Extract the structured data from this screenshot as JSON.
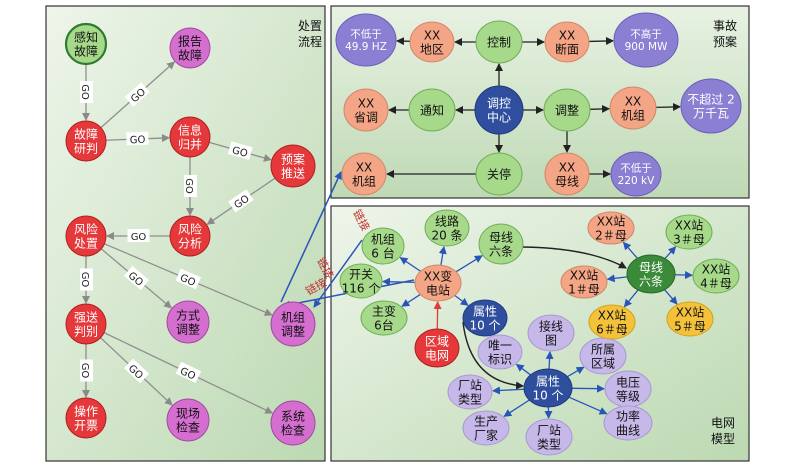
{
  "panels": {
    "process": {
      "title": [
        "处置",
        "流程"
      ]
    },
    "plan": {
      "title": [
        "事故",
        "预案"
      ]
    },
    "grid": {
      "title": [
        "电网",
        "模型"
      ]
    }
  },
  "colors": {
    "panel_bg": "#c9e0c0",
    "panel_bg_light": "#eef5ea",
    "red": "#e5383a",
    "pink": "#d46fd0",
    "lightgreen": "#a7d98b",
    "darkgreen": "#3a8a3a",
    "salmon": "#f4a585",
    "purple": "#8a7fd3",
    "navy": "#2f4f9e",
    "lavender": "#c7b8ea",
    "yellow": "#f3c23a",
    "label_blue": "#1f3f9e"
  },
  "process_nodes": [
    {
      "id": "perceive",
      "lines": [
        "感知",
        "故障"
      ],
      "style": "green_outline"
    },
    {
      "id": "report",
      "lines": [
        "报告",
        "故障"
      ],
      "style": "pink"
    },
    {
      "id": "fault_study",
      "lines": [
        "故障",
        "研判"
      ],
      "style": "red"
    },
    {
      "id": "info_merge",
      "lines": [
        "信息",
        "归并"
      ],
      "style": "red"
    },
    {
      "id": "plan_push",
      "lines": [
        "预案",
        "推送"
      ],
      "style": "red"
    },
    {
      "id": "risk_analysis",
      "lines": [
        "风险",
        "分析"
      ],
      "style": "red"
    },
    {
      "id": "risk_handle",
      "lines": [
        "风险",
        "处置"
      ],
      "style": "red"
    },
    {
      "id": "mode_adjust",
      "lines": [
        "方式",
        "调整"
      ],
      "style": "pink"
    },
    {
      "id": "unit_adjust",
      "lines": [
        "机组",
        "调整"
      ],
      "style": "pink"
    },
    {
      "id": "strong_send",
      "lines": [
        "强送",
        "判别"
      ],
      "style": "red"
    },
    {
      "id": "op_ticket",
      "lines": [
        "操作",
        "开票"
      ],
      "style": "red"
    },
    {
      "id": "site_check",
      "lines": [
        "现场",
        "检查"
      ],
      "style": "pink"
    },
    {
      "id": "sys_check",
      "lines": [
        "系统",
        "检查"
      ],
      "style": "pink"
    }
  ],
  "go_label": "GO",
  "link_label": "链接",
  "plan_nodes": [
    {
      "id": "freq",
      "lines": [
        "不低于",
        "49.9 HZ"
      ],
      "style": "purple"
    },
    {
      "id": "xx_area",
      "lines": [
        "XX",
        "地区"
      ],
      "style": "salmon"
    },
    {
      "id": "control",
      "lines": [
        "控制"
      ],
      "style": "lightgreen"
    },
    {
      "id": "xx_section",
      "lines": [
        "XX",
        "断面"
      ],
      "style": "salmon"
    },
    {
      "id": "mw900",
      "lines": [
        "不高于",
        "900 MW"
      ],
      "style": "purple"
    },
    {
      "id": "xx_prov",
      "lines": [
        "XX",
        "省调"
      ],
      "style": "salmon"
    },
    {
      "id": "notify",
      "lines": [
        "通知"
      ],
      "style": "lightgreen"
    },
    {
      "id": "center",
      "lines": [
        "调控",
        "中心"
      ],
      "style": "navy"
    },
    {
      "id": "adjust",
      "lines": [
        "调整"
      ],
      "style": "lightgreen"
    },
    {
      "id": "xx_unit_r",
      "lines": [
        "XX",
        "机组"
      ],
      "style": "salmon"
    },
    {
      "id": "kw2",
      "lines": [
        "不超过 2",
        "万千瓦"
      ],
      "style": "purple"
    },
    {
      "id": "xx_unit_l",
      "lines": [
        "XX",
        "机组"
      ],
      "style": "salmon"
    },
    {
      "id": "shutdown",
      "lines": [
        "关停"
      ],
      "style": "lightgreen"
    },
    {
      "id": "xx_bus",
      "lines": [
        "XX",
        "母线"
      ],
      "style": "salmon"
    },
    {
      "id": "kv220",
      "lines": [
        "不低于",
        "220 kV"
      ],
      "style": "purple"
    }
  ],
  "grid_nodes": [
    {
      "id": "lines20",
      "lines": [
        "线路",
        "20 条"
      ],
      "style": "lightgreen"
    },
    {
      "id": "units6",
      "lines": [
        "机组",
        "6 台"
      ],
      "style": "lightgreen"
    },
    {
      "id": "bus6",
      "lines": [
        "母线",
        "六条"
      ],
      "style": "lightgreen"
    },
    {
      "id": "switch116",
      "lines": [
        "开关",
        "116 个"
      ],
      "style": "lightgreen"
    },
    {
      "id": "substation",
      "lines": [
        "XX变",
        "电站"
      ],
      "style": "salmon"
    },
    {
      "id": "main_tr6",
      "lines": [
        "主变",
        "6台"
      ],
      "style": "lightgreen"
    },
    {
      "id": "region_grid",
      "lines": [
        "区域",
        "电网"
      ],
      "style": "red"
    },
    {
      "id": "attr10_a",
      "lines": [
        "属性",
        "10 个"
      ],
      "style": "navy"
    },
    {
      "id": "wiring",
      "lines": [
        "接线",
        "图"
      ],
      "style": "lavender"
    },
    {
      "id": "unique_id",
      "lines": [
        "唯一",
        "标识"
      ],
      "style": "lavender"
    },
    {
      "id": "region_belong",
      "lines": [
        "所属",
        "区域"
      ],
      "style": "lavender"
    },
    {
      "id": "attr10_b",
      "lines": [
        "属性",
        "10 个"
      ],
      "style": "navy"
    },
    {
      "id": "station_type1",
      "lines": [
        "厂站",
        "类型"
      ],
      "style": "lavender"
    },
    {
      "id": "voltage",
      "lines": [
        "电压",
        "等级"
      ],
      "style": "lavender"
    },
    {
      "id": "power_curve",
      "lines": [
        "功率",
        "曲线"
      ],
      "style": "lavender"
    },
    {
      "id": "manufacturer",
      "lines": [
        "生产",
        "厂家"
      ],
      "style": "lavender"
    },
    {
      "id": "station_type2",
      "lines": [
        "厂站",
        "类型"
      ],
      "style": "lavender"
    },
    {
      "id": "bus_center",
      "lines": [
        "母线",
        "六条"
      ],
      "style": "darkgreen"
    },
    {
      "id": "st2",
      "lines": [
        "XX站",
        "2＃母"
      ],
      "style": "salmon"
    },
    {
      "id": "st3",
      "lines": [
        "XX站",
        "3＃母"
      ],
      "style": "lightgreen"
    },
    {
      "id": "st1",
      "lines": [
        "XX站",
        "1＃母"
      ],
      "style": "salmon"
    },
    {
      "id": "st4",
      "lines": [
        "XX站",
        "4＃母"
      ],
      "style": "lightgreen"
    },
    {
      "id": "st6",
      "lines": [
        "XX站",
        "6＃母"
      ],
      "style": "yellow"
    },
    {
      "id": "st5",
      "lines": [
        "XX站",
        "5＃母"
      ],
      "style": "yellow"
    }
  ]
}
